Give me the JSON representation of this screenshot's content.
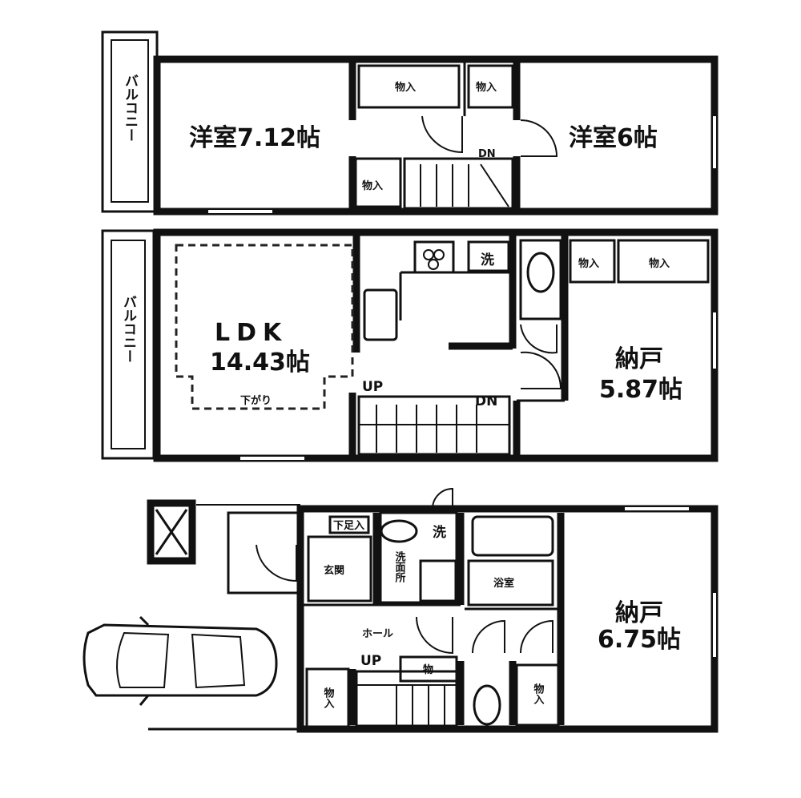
{
  "floor3": {
    "balcony": "バルコニー",
    "room_left": "洋室7.12帖",
    "room_right": "洋室6帖",
    "closet_top_left": "物入",
    "closet_top_right": "物入",
    "closet_small": "物入",
    "stair_mark": "DN"
  },
  "floor2": {
    "balcony": "バルコニー",
    "ldk": "LDK",
    "ldk_size": "14.43帖",
    "ceiling_label": "下がり",
    "washer": "洗",
    "closet_1": "物入",
    "closet_2": "物入",
    "storage": "納戸",
    "storage_size": "5.87帖",
    "stair_up": "UP",
    "stair_down": "DN"
  },
  "floor1": {
    "shoebox": "下足入",
    "entrance": "玄関",
    "washroom": "洗面所",
    "washer": "洗",
    "bath": "浴室",
    "hall": "ホール",
    "stair_up": "UP",
    "closet_small": "物",
    "closet_left": "物入",
    "closet_right": "物入",
    "storage": "納戸",
    "storage_size": "6.75帖"
  }
}
